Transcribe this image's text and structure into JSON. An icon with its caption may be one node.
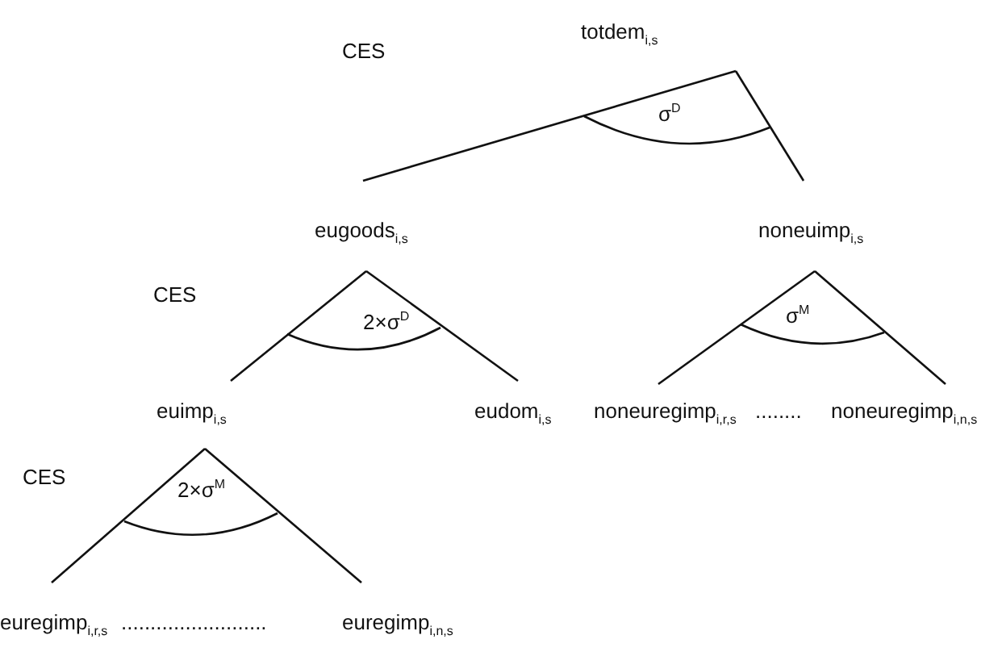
{
  "diagram": {
    "nodes": [
      {
        "text": [
          "totdem$_{i,s}$"
        ]
      },
      {
        "text": [
          "eugoods$_{i,s}$"
        ]
      },
      {
        "text": [
          "noneuimp$_{i,s}$"
        ]
      },
      {
        "text": [
          "euimp$_{i,s}$"
        ]
      },
      {
        "text": [
          "eudom$_{i,s}$"
        ]
      },
      {
        "text": [
          "noneuregimp$_{i,r,s}$"
        ]
      },
      {
        "text": [
          "noneuregimp$_{i,n,s}$"
        ]
      },
      {
        "text": [
          "euregimp$_{i,r,s}$"
        ]
      },
      {
        "text": [
          "euregimp$_{i,n,s}$"
        ]
      }
    ],
    "edges": [
      {
        "from": 0,
        "to": 1,
        "arrow": "none"
      },
      {
        "from": 0,
        "to": 2,
        "arrow": "none"
      },
      {
        "from": 1,
        "to": 3,
        "arrow": "none"
      },
      {
        "from": 1,
        "to": 4,
        "arrow": "none"
      },
      {
        "from": 2,
        "to": 5,
        "arrow": "none"
      },
      {
        "from": 2,
        "to": 6,
        "arrow": "none"
      },
      {
        "from": 3,
        "to": 7,
        "arrow": "none"
      },
      {
        "from": 3,
        "to": 8,
        "arrow": "none"
      }
    ],
    "labels": [
      "CES",
      "σ$^{D}$",
      "CES",
      "2×σ$^{D}$",
      "σ$^{M}$",
      "........",
      "CES",
      "2×σ$^{M}$",
      "........................."
    ]
  }
}
